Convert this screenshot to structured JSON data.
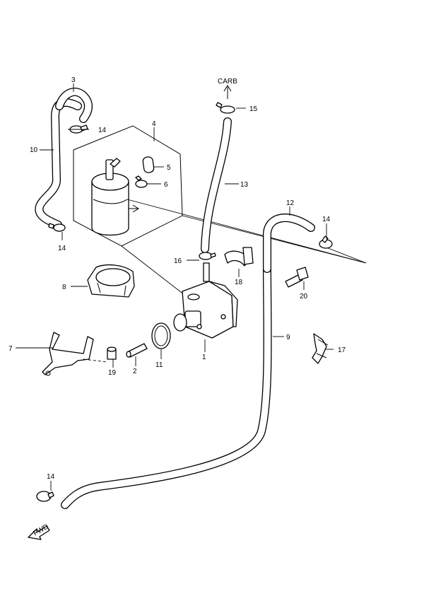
{
  "callouts": {
    "p1": "1",
    "p2": "2",
    "p3": "3",
    "p4": "4",
    "p5": "5",
    "p6": "6",
    "p7": "7",
    "p8": "8",
    "p9": "9",
    "p10": "10",
    "p11": "11",
    "p12": "12",
    "p13": "13",
    "p14a": "14",
    "p14b": "14",
    "p14c": "14",
    "p14d": "14",
    "p15": "15",
    "p16": "16",
    "p17": "17",
    "p18": "18",
    "p19": "19",
    "p20": "20"
  },
  "carb_label": "CARB",
  "fwd_label": "FWD"
}
